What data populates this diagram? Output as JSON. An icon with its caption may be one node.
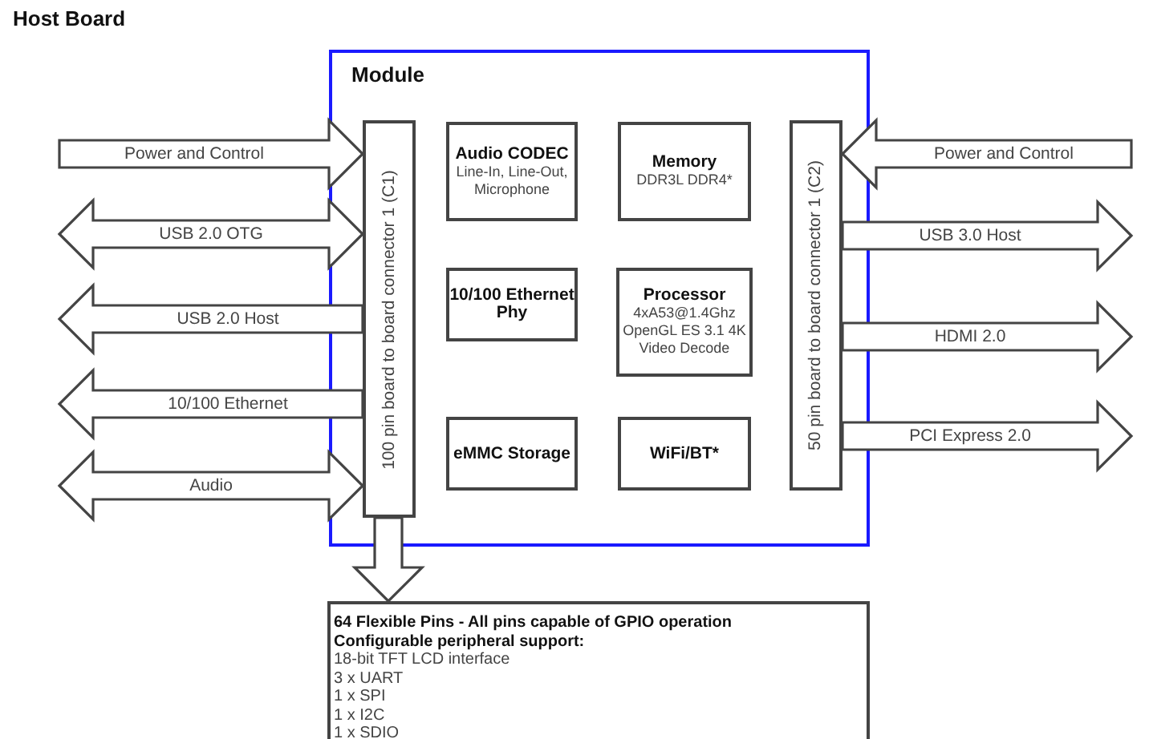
{
  "diagram": {
    "title": "Host Board",
    "nodes": [
      {
        "text": [
          "Module"
        ]
      },
      {
        "text": [
          "100 pin board to board connector 1 (C1)"
        ],
        "in": 0
      },
      {
        "text": [
          "Audio CODEC",
          "Line-In, Line-Out, Microphone"
        ],
        "in": 0
      },
      {
        "text": [
          "Memory",
          "DDR3L DDR4*"
        ],
        "in": 0
      },
      {
        "text": [
          "50 pin board to board connector 1 (C2)"
        ],
        "in": 0
      },
      {
        "text": [
          "10/100 Ethernet Phy"
        ],
        "in": 0
      },
      {
        "text": [
          "Processor",
          "4xA53@1.4Ghz OpenGL ES 3.1 4K Video Decode"
        ],
        "in": 0
      },
      {
        "text": [
          "eMMC Storage"
        ],
        "in": 0
      },
      {
        "text": [
          "WiFi/BT*"
        ],
        "in": 0
      },
      {
        "text": [
          "64 Flexible Pins - All pins capable of GPIO operation",
          "Configurable peripheral support:",
          "18-bit TFT LCD interface",
          "3 x UART",
          "1 x SPI",
          "1 x I2C",
          "1 x SDIO"
        ]
      }
    ],
    "edges": [
      {
        "from": null,
        "to": 1,
        "arrow": "to",
        "label": "Power and Control"
      },
      {
        "from": null,
        "to": 1,
        "arrow": "both",
        "label": "USB 2.0 OTG"
      },
      {
        "from": 1,
        "to": null,
        "arrow": "to",
        "label": "USB 2.0 Host"
      },
      {
        "from": 1,
        "to": null,
        "arrow": "to",
        "label": "10/100 Ethernet"
      },
      {
        "from": null,
        "to": 1,
        "arrow": "both",
        "label": "Audio"
      },
      {
        "from": null,
        "to": 4,
        "arrow": "to",
        "label": "Power and Control"
      },
      {
        "from": 4,
        "to": null,
        "arrow": "to",
        "label": "USB 3.0 Host"
      },
      {
        "from": 4,
        "to": null,
        "arrow": "to",
        "label": "HDMI 2.0"
      },
      {
        "from": 4,
        "to": null,
        "arrow": "to",
        "label": "PCI Express 2.0"
      },
      {
        "from": 1,
        "to": 9,
        "arrow": "to"
      }
    ]
  }
}
